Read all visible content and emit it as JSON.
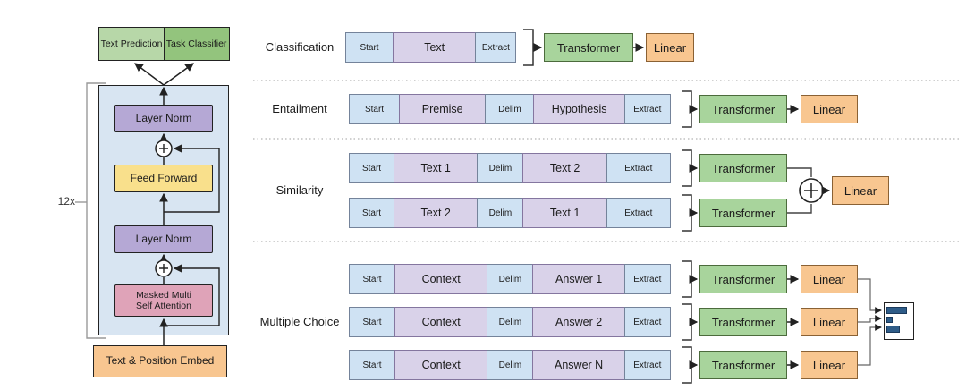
{
  "figure": {
    "description_left": "transformer-decoder-stack",
    "description_right": "task-specific-input-transformations"
  },
  "left_diagram": {
    "text_prediction_label": "Text Prediction",
    "task_classifier_label": "Task Classifier",
    "repeat_label": "12x",
    "layer_norm_top_label": "Layer Norm",
    "feed_forward_label": "Feed Forward",
    "layer_norm_bottom_label": "Layer Norm",
    "masked_attention_line1": "Masked Multi",
    "masked_attention_line2": "Self Attention",
    "embed_label": "Text & Position Embed",
    "residual_plus": "+"
  },
  "tasks": {
    "classification": {
      "label": "Classification",
      "tokens": [
        "Start",
        "Text",
        "Extract"
      ],
      "transformer": "Transformer",
      "linear": "Linear"
    },
    "entailment": {
      "label": "Entailment",
      "tokens": [
        "Start",
        "Premise",
        "Delim",
        "Hypothesis",
        "Extract"
      ],
      "transformer": "Transformer",
      "linear": "Linear"
    },
    "similarity": {
      "label": "Similarity",
      "rows": [
        [
          "Start",
          "Text 1",
          "Delim",
          "Text 2",
          "Extract"
        ],
        [
          "Start",
          "Text 2",
          "Delim",
          "Text 1",
          "Extract"
        ]
      ],
      "transformer": "Transformer",
      "linear": "Linear",
      "merge_symbol": "+"
    },
    "multiple_choice": {
      "label": "Multiple Choice",
      "rows": [
        [
          "Start",
          "Context",
          "Delim",
          "Answer 1",
          "Extract"
        ],
        [
          "Start",
          "Context",
          "Delim",
          "Answer 2",
          "Extract"
        ],
        [
          "Start",
          "Context",
          "Delim",
          "Answer N",
          "Extract"
        ]
      ],
      "transformer": "Transformer",
      "linear": "Linear",
      "output_bars": [
        0.82,
        0.25,
        0.55
      ]
    }
  },
  "colors": {
    "token_blue": "#cfe2f3",
    "token_purple": "#d9d2e9",
    "transformer_green": "#a8d49c",
    "linear_orange": "#f8c690",
    "text_prediction_green": "#b7d7a8",
    "task_classifier_green": "#93c47d",
    "block_blue": "#d8e5f2",
    "layer_norm_purple": "#b5a8d5",
    "feed_forward_yellow": "#f9e08c",
    "attention_pink": "#dfa3b8",
    "embed_orange": "#f8c690",
    "output_bar_blue": "#2e5c88"
  }
}
